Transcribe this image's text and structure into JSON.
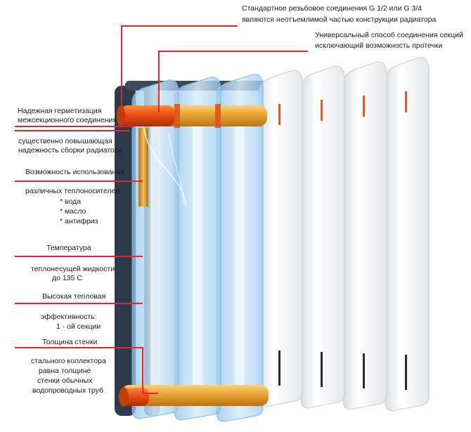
{
  "colors": {
    "leader": "#e2262b",
    "pipe": "#e8a533",
    "pipe_hot": "#e64a12",
    "glass": "#a9d3f1",
    "fin_dark": "#2d3a4b",
    "fin_white": "#f4f5f7"
  },
  "icons": [
    "radiator-illustration",
    "connector-pipe-top",
    "connector-pipe-bottom"
  ],
  "callouts": {
    "thread": {
      "line1": "Стандартное резьбовое соединения G 1/2  или G 3/4",
      "line2": "являются неотъемлимой частью конструкции радиатора"
    },
    "universal": {
      "line1": "Универсальный способ соединения секций",
      "line2": "исключающий возможность протечки"
    },
    "sealing": {
      "line1": "Надежная герметизация",
      "line2": "межсекционного соединения",
      "line3": "существенно повышающая",
      "line4": "надежность сборки радиатора"
    },
    "fluids": {
      "line1": "Возможность использования",
      "line2": "различных теплоносителей:",
      "item1": "* вода",
      "item2": "* масло",
      "item3": "* антифриз"
    },
    "temperature": {
      "line1": "Температура",
      "line2": "теплонесущей жидкости",
      "line3": "до 135 С"
    },
    "efficiency": {
      "line1": "Высокая тепловая",
      "line2": "эффективность:",
      "line3": "1 - ой секции"
    },
    "wall": {
      "line1": "Толщина стенки",
      "line2": "стального коллектора",
      "line3": "равна толщине",
      "line4": "стенки обычных",
      "line5": "водопроводных труб"
    }
  }
}
